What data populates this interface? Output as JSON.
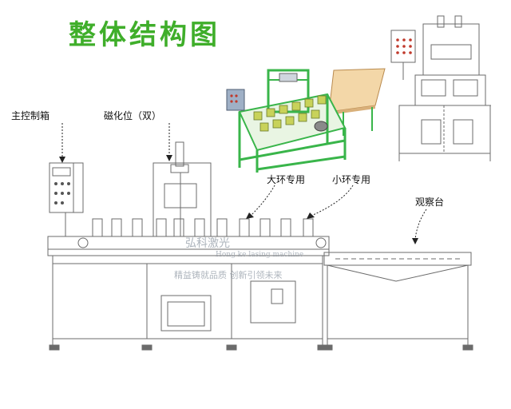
{
  "title": "整体结构图",
  "labels": {
    "main_control_box": "主控制箱",
    "magnetize_station": "磁化位（双）",
    "large_ring": "大环专用",
    "small_ring": "小环专用",
    "observation_table": "观察台"
  },
  "watermark": {
    "brand": "弘科激光",
    "brand_en": "Hong ke lasing machine",
    "slogan": "精益铸就品质 创新引领未来"
  },
  "colors": {
    "title_green": "#3fae2a",
    "frame_green": "#39b54a",
    "conveyor_tan": "#f3d7a8",
    "line": "#6b6b6b",
    "panel": "#8ea0b8"
  }
}
